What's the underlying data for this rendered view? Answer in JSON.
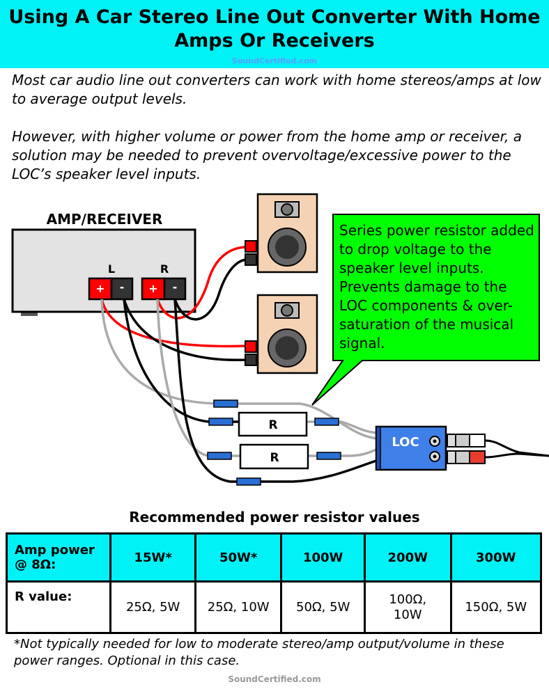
{
  "header": {
    "title_line1": "Using A Car Stereo Line Out Converter With Home",
    "title_line2": "Amps Or Receivers",
    "watermark": "SoundCertified.com",
    "bg_color": "#00f2f6"
  },
  "intro": {
    "p1": "Most car audio line out converters can work with home stereos/amps at low to average output levels.",
    "p2": "However, with higher volume or power from the home amp or receiver, a solution may be needed to prevent overvoltage/excessive power to the LOC’s speaker level inputs."
  },
  "diagram": {
    "amp_label": "AMP/RECEIVER",
    "left_channel": "L",
    "right_channel": "R",
    "plus": "+",
    "minus": "-",
    "resistor_label": "R",
    "loc_label": "LOC",
    "callout": "Series power resistor added to drop voltage to the speaker level inputs. Prevents damage to the LOC components & over-saturation of the musical signal.",
    "colors": {
      "callout_fill": "#00ff00",
      "positive_terminal": "#ff0000",
      "negative_terminal": "#333333",
      "loc_fill": "#3f7fe8",
      "speaker_cabinet": "#f4d2b3",
      "amp_body": "#e0e0e0"
    },
    "icons": [
      "speaker-icon",
      "rca-plug-icon",
      "resistor-icon"
    ]
  },
  "table": {
    "title": "Recommended power resistor values",
    "header_label_line1": "Amp power",
    "header_label_line2": "@ 8Ω:",
    "powers": [
      "15W*",
      "50W*",
      "100W",
      "200W",
      "300W"
    ],
    "value_label": "R value:",
    "values": [
      "25Ω, 5W",
      "25Ω, 10W",
      "50Ω, 5W",
      "100Ω,\n10W",
      "150Ω, 5W"
    ]
  },
  "footnote": "*Not typically needed for low to moderate stereo/amp output/volume in these power ranges. Optional in this case.",
  "watermark_bottom": "SoundCertified.com"
}
